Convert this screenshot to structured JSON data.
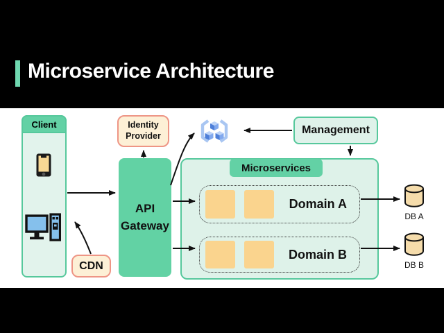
{
  "title_bar": {
    "title": "Microservice Architecture"
  },
  "diagram": {
    "client": {
      "label": "Client"
    },
    "cdn": {
      "label": "CDN"
    },
    "identity_provider": {
      "label": "Identity\nProvider"
    },
    "api_gateway": {
      "label": "API\nGateway"
    },
    "management": {
      "label": "Management"
    },
    "microservices": {
      "label": "Microservices",
      "domains": [
        {
          "label": "Domain A",
          "services_count": 2
        },
        {
          "label": "Domain B",
          "services_count": 2
        }
      ]
    },
    "databases": [
      {
        "label": "DB A"
      },
      {
        "label": "DB B"
      }
    ]
  },
  "icons": {
    "client_devices": [
      "phone-icon",
      "desktop-computer-icon"
    ],
    "orchestrator": "kubernetes-containers-icon",
    "storage": "database-cylinder-icon"
  },
  "colors": {
    "accent_teal": "#6fd8b0",
    "solid_teal": "#62d2a4",
    "teal_border": "#56c89c",
    "light_green_fill": "#def2e9",
    "cream_fill": "#fdf0d6",
    "salmon_border": "#ee9585",
    "service_orange": "#fad48e",
    "db_tan": "#f5dcab",
    "icon_blue": "#5b88dd",
    "background": "#000000",
    "canvas": "#ffffff"
  }
}
